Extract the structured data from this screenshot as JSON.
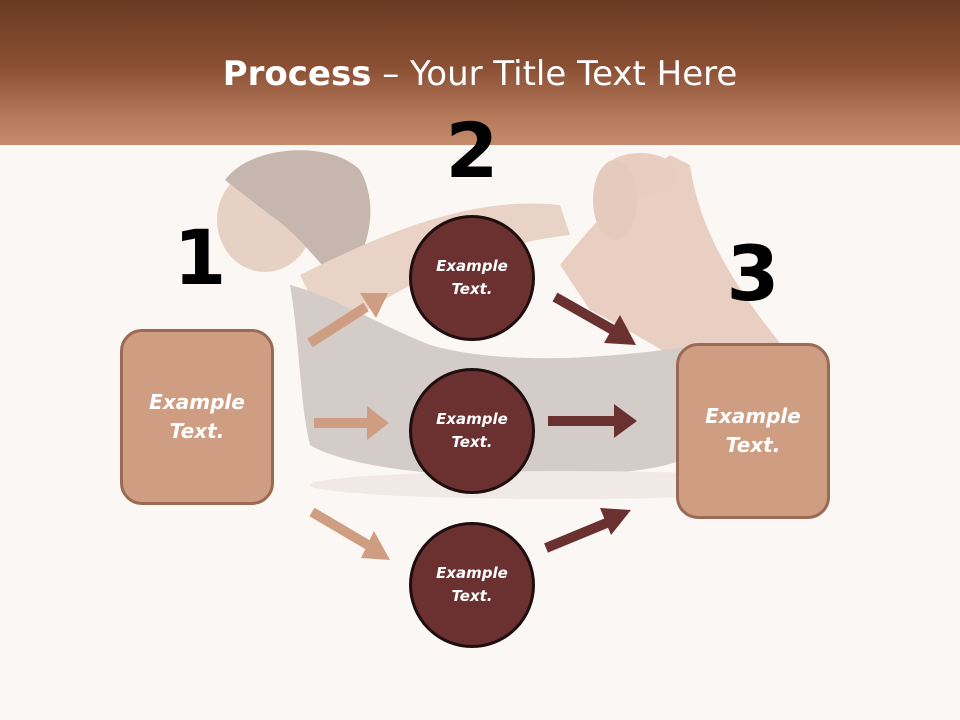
{
  "title": {
    "bold": "Process",
    "rest": " – Your Title Text Here"
  },
  "steps": {
    "one": "1",
    "two": "2",
    "three": "3"
  },
  "left_box": {
    "label": "Example Text."
  },
  "right_box": {
    "label": "Example Text."
  },
  "circles": [
    {
      "label": "Example Text."
    },
    {
      "label": "Example Text."
    },
    {
      "label": "Example Text."
    }
  ],
  "colors": {
    "header_dark": "#6a3a22",
    "header_light": "#c48b6c",
    "box_fill": "#cf9d81",
    "circle_fill": "#6b3131",
    "arrow_light": "#cf9d81",
    "arrow_dark": "#6b3131"
  }
}
